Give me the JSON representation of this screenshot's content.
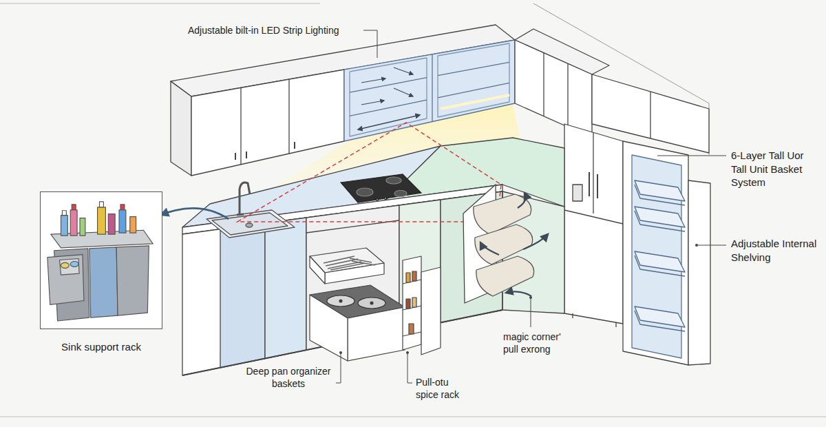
{
  "diagram": {
    "nodes": [
      {
        "text": [
          "Sink support rack"
        ]
      }
    ],
    "labels": [
      "Adjustable bilt-in LED Strip Lighting",
      "6-Layer Tall Uor Tall Unit Basket System",
      "Adjustable Internal Shelving",
      "magic corner' pull exrong",
      "Deep pan organizer baskets",
      "Pull-otu spice rack"
    ]
  }
}
